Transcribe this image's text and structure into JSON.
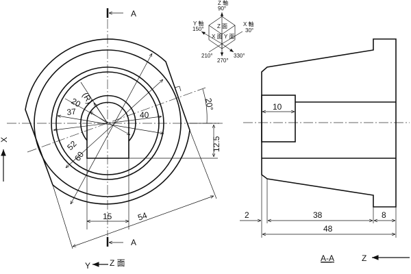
{
  "front_view": {
    "section_mark_label": "A",
    "dimensions": {
      "radius": "(R)",
      "d20": "20",
      "d37": "37",
      "d40": "40",
      "d52": "52",
      "d60": "60",
      "angle": "20°",
      "offset": "12.5",
      "slot_width": "15",
      "flat_width": "54"
    },
    "x_axis_label": "X",
    "y_axis_label": "Y",
    "z_face_label": "Z 面"
  },
  "axis_legend": {
    "z_axis": "Z 軸",
    "z_angle": "90°",
    "y_axis": "Y 軸",
    "y_angle": "150°",
    "x_axis": "X 軸",
    "x_angle": "30°",
    "z_face": "Z 面",
    "x_face": "X 面",
    "y_face": "Y 面",
    "a210": "210°",
    "a270": "270°",
    "a330": "330°"
  },
  "section_view": {
    "title": "A-A",
    "dimensions": {
      "counterbore": "10",
      "chamfer": "2",
      "taper_length": "38",
      "flange": "8",
      "total_length": "48"
    },
    "z_axis_label": "Z"
  }
}
